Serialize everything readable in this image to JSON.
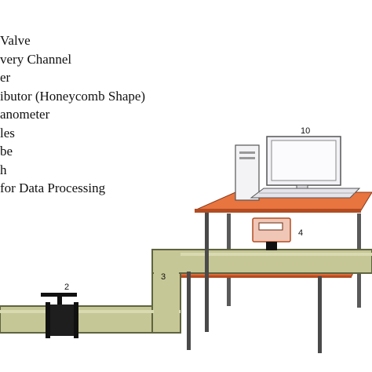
{
  "legend": [
    "Valve",
    "very Channel",
    "er",
    "ibutor (Honeycomb Shape)",
    "anometer",
    "les",
    "be",
    "h",
    "for Data Processing"
  ],
  "labels": {
    "valve": "2",
    "junction": "3",
    "manometer": "4",
    "computer": "10"
  }
}
